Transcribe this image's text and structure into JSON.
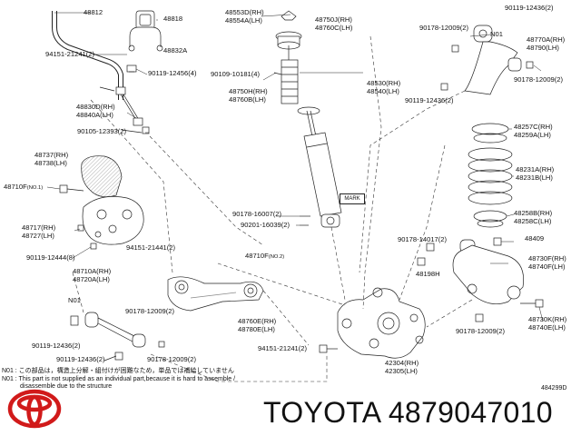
{
  "callouts": {
    "c48812": "48812",
    "c48818": "48818",
    "c94151_21241": "94151-21241(2)",
    "c48832a": "48832A",
    "c90119_12456": "90119-12456(4)",
    "c48830d": [
      "48830D(RH)",
      "48840A(LH)"
    ],
    "c90105_12393": "90105-12393(2)",
    "c48737": [
      "48737(RH)",
      "48738(LH)"
    ],
    "c48710f_no1": "48710F",
    "c48710f_no1_sub": "(NO.1)",
    "c48717": [
      "48717(RH)",
      "48727(LH)"
    ],
    "c94151_21441": "94151-21441(2)",
    "c90119_12444": "90119-12444(8)",
    "c48710a": [
      "48710A(RH)",
      "48720A(LH)"
    ],
    "n01_left": "N01",
    "c90178_12009_left": "90178-12009(2)",
    "c90119_12436_left": "90119-12436(2)",
    "c90119_12436_bot": "90119-12436(2)",
    "c90178_12009_bot": "90178-12009(2)",
    "c48553d": [
      "48553D(RH)",
      "48554A(LH)"
    ],
    "c48750j": [
      "48750J(RH)",
      "48760C(LH)"
    ],
    "c90109_10181": "90109-10181(4)",
    "c48750h": [
      "48750H(RH)",
      "48760B(LH)"
    ],
    "c48530": [
      "48530(RH)",
      "48540(LH)"
    ],
    "c90178_16007": "90178-16007(2)",
    "c90201_16039": "90201-16039(2)",
    "mark": "MARK",
    "c48710f_no2": "48710F",
    "c48710f_no2_sub": "(NO.2)",
    "c48760e": [
      "48760E(RH)",
      "48780E(LH)"
    ],
    "c94151_21241_bot": "94151-21241(2)",
    "c42304": [
      "42304(RH)",
      "42305(LH)"
    ],
    "c90119_12436_tr": "90119-12436(2)",
    "c90178_12009_tr": "90178-12009(2)",
    "n01_right": "N01",
    "c48770a": [
      "48770A(RH)",
      "48790(LH)"
    ],
    "c90178_12009_tr2": "90178-12009(2)",
    "c90119_12436_tr2": "90119-12436(2)",
    "c48257c": [
      "48257C(RH)",
      "48259A(LH)"
    ],
    "c48231a": [
      "48231A(RH)",
      "48231B(LH)"
    ],
    "c48258b": [
      "48258B(RH)",
      "48258C(LH)"
    ],
    "c90178_14017": "90178-14017(2)",
    "c48409": "48409",
    "c48198h": "48198H",
    "c48730f": [
      "48730F(RH)",
      "48740F(LH)"
    ],
    "c48730k": [
      "48730K(RH)",
      "48740E(LH)"
    ],
    "c90178_12009_br": "90178-12009(2)"
  },
  "notes": {
    "jp": "N01 : この部品は，構造上分解・組付けが困難なため，単品では補給していません",
    "en1": "N01 : This part is not supplied as an individual part,because it is hard to assemble /",
    "en2": "disassemble due to the structure"
  },
  "diagram_code": "484299D",
  "brand_line": "TOYOTA 4879047010",
  "icons": [
    "toyota-logo",
    "bolt-icon",
    "nut-icon",
    "washer-icon"
  ],
  "colors": {
    "logo_red": "#d11a1a",
    "line": "#222222"
  }
}
